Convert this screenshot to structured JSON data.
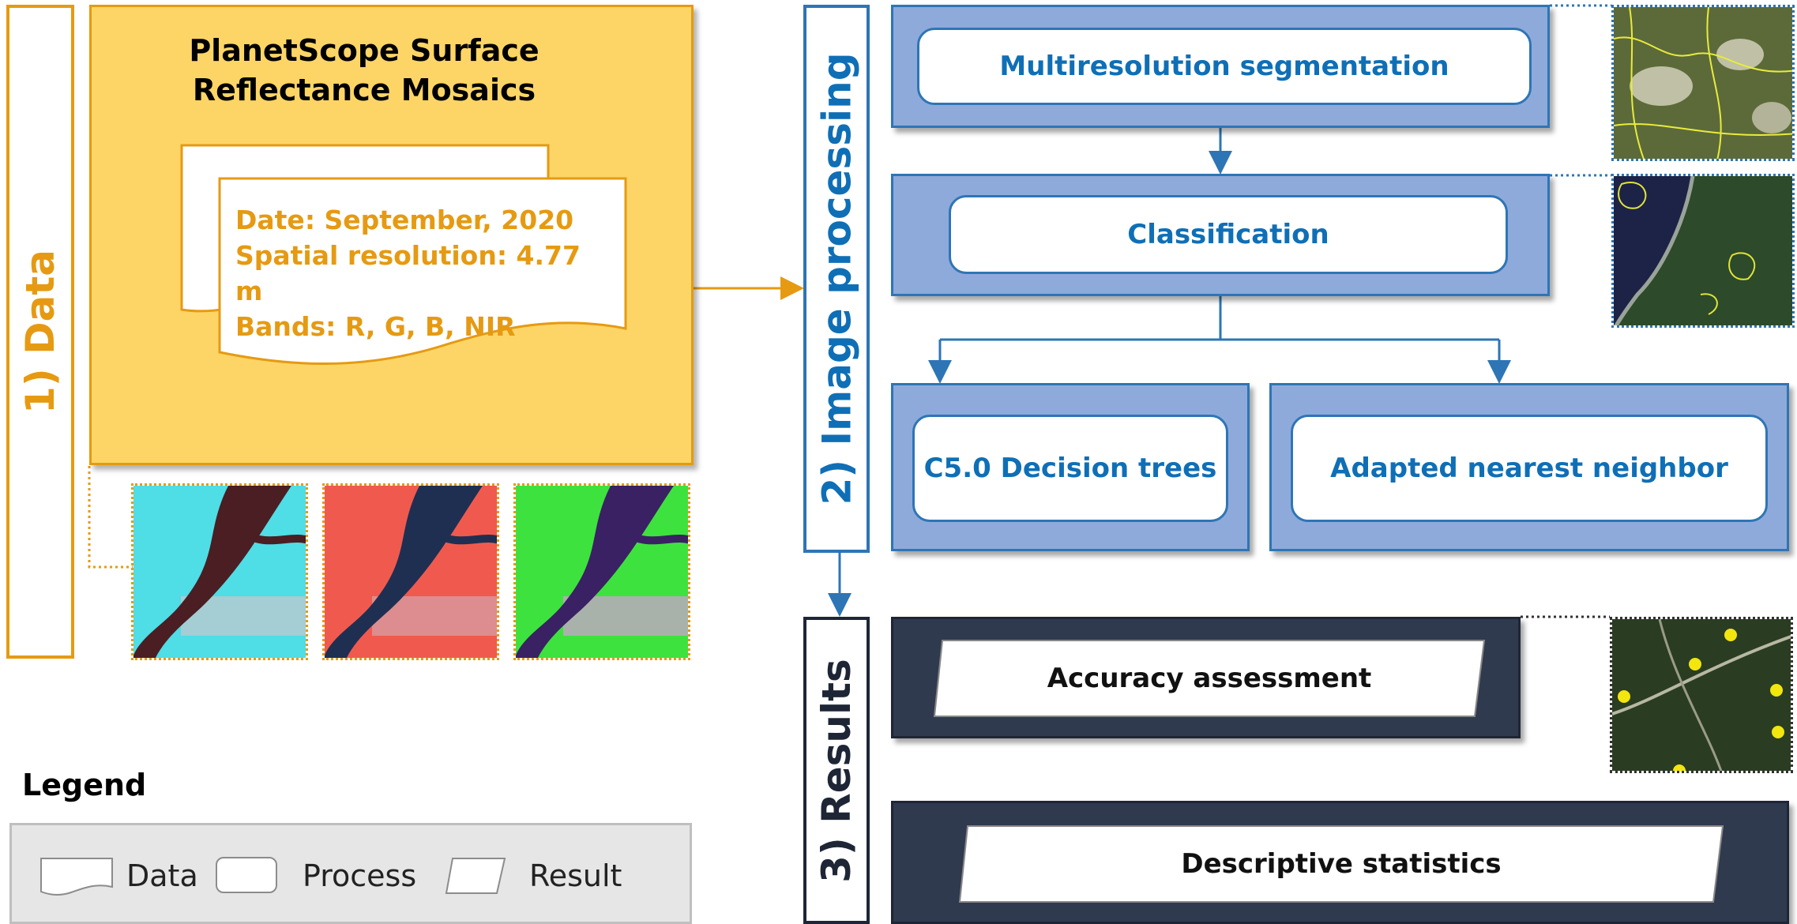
{
  "sections": {
    "data": "1) Data",
    "processing": "2) Image processing",
    "results": "3) Results"
  },
  "data_box": {
    "title_line1": "PlanetScope Surface",
    "title_line2": "Reflectance Mosaics",
    "details": [
      "Date: September, 2020",
      "Spatial resolution: 4.77 m",
      "Bands: R, G, B, NIR"
    ]
  },
  "processes": {
    "segmentation": "Multiresolution segmentation",
    "classification": "Classification",
    "c50": "C5.0 Decision trees",
    "ann": "Adapted nearest neighbor"
  },
  "results": {
    "accuracy": "Accuracy assessment",
    "stats": "Descriptive statistics"
  },
  "legend": {
    "title": "Legend",
    "data": "Data",
    "process": "Process",
    "result": "Result"
  },
  "colors": {
    "orange": "#e69a12",
    "yellow_fill": "#fcd566",
    "blue": "#2e75b6",
    "process_fill": "#8eaadb",
    "results_fill": "#2f3a4f"
  },
  "icons": {
    "thumbnails": [
      "false-color-cyan-thumbnail",
      "false-color-red-thumbnail",
      "false-color-green-thumbnail"
    ],
    "satellite": [
      "segmentation-satellite-image",
      "classification-satellite-image",
      "accuracy-points-satellite-image"
    ]
  }
}
